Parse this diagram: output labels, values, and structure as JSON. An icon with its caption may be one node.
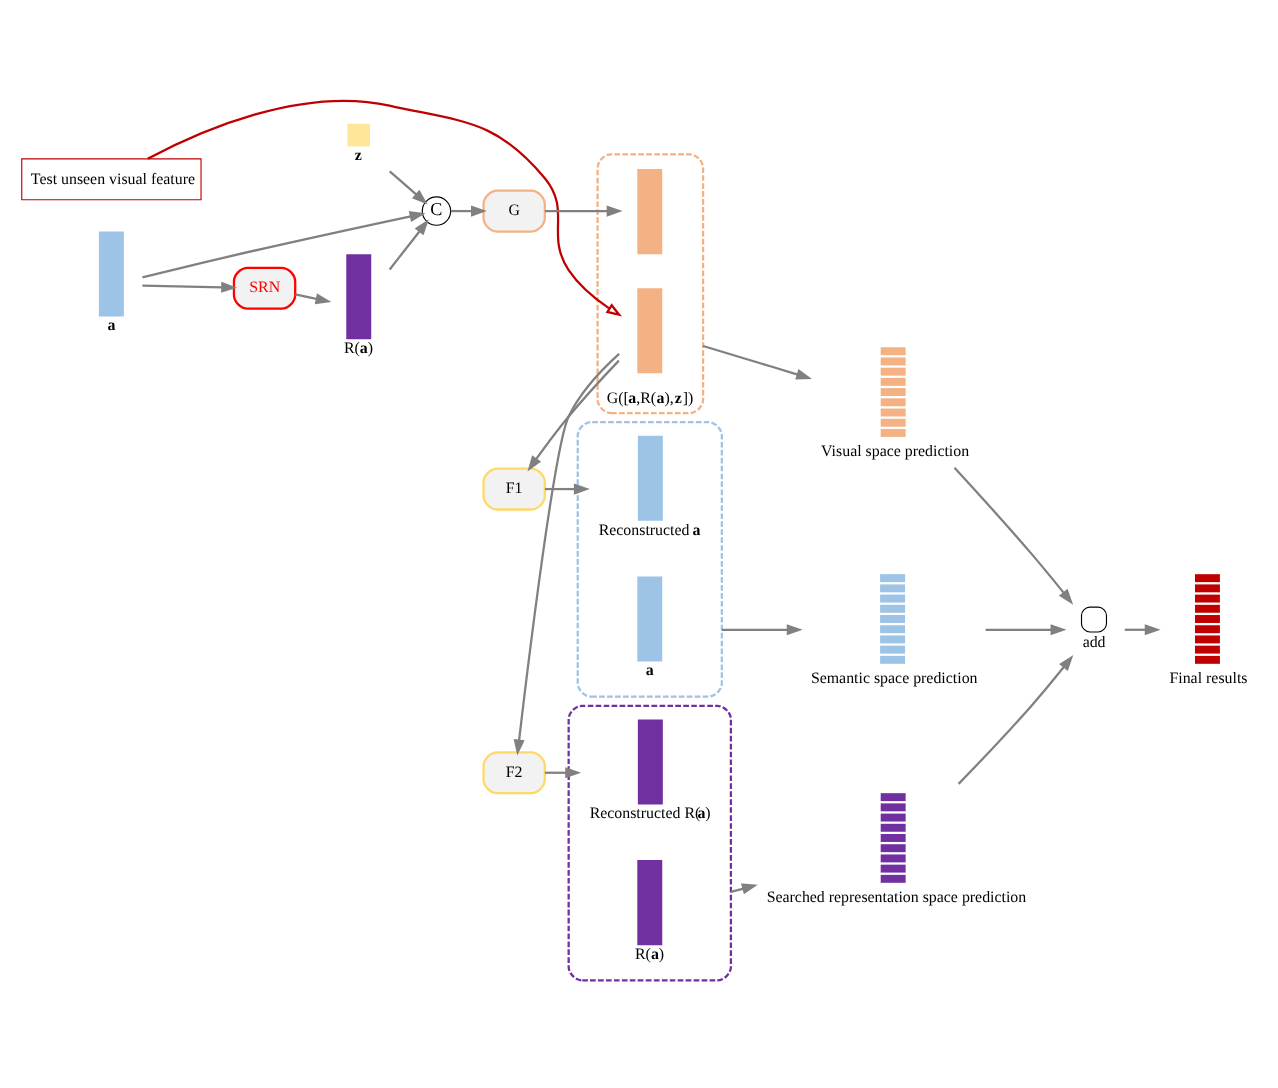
{
  "diagram": {
    "nodes": [
      {
        "text": [
          "Test unseen visual feature"
        ]
      },
      {
        "text": [],
        "shape": "box",
        "beside": [
          "**z**"
        ]
      },
      {
        "text": [],
        "shape": "bar",
        "beside": [
          "**a**"
        ]
      },
      {
        "text": [
          "C"
        ]
      },
      {
        "text": [
          "G"
        ]
      },
      {
        "text": [
          "G([**a**,R(**a**),**z**])"
        ]
      },
      {
        "text": [],
        "shape": "bar",
        "in": 5
      },
      {
        "text": [],
        "shape": "bar",
        "in": 5
      },
      {
        "text": [
          "SRN"
        ]
      },
      {
        "text": [],
        "shape": "bar",
        "beside": [
          "R(**a**)"
        ]
      },
      {
        "text": [
          "F1"
        ]
      },
      {
        "text": [],
        "shape": "box"
      },
      {
        "text": [],
        "shape": "bar",
        "in": 11,
        "beside": [
          "Reconstructed **a**"
        ]
      },
      {
        "text": [],
        "shape": "bar",
        "in": 11,
        "beside": [
          "**a**"
        ]
      },
      {
        "text": [
          "F2"
        ]
      },
      {
        "text": [],
        "shape": "box"
      },
      {
        "text": [],
        "shape": "bar",
        "in": 15,
        "beside": [
          "Reconstructed R(**a**)"
        ]
      },
      {
        "text": [],
        "shape": "bar",
        "in": 15,
        "beside": [
          "R(**a**)"
        ]
      },
      {
        "text": [],
        "shape": "bar",
        "beside": [
          "Visual space prediction"
        ]
      },
      {
        "text": [],
        "shape": "bar",
        "beside": [
          "Semantic space prediction"
        ]
      },
      {
        "text": [],
        "shape": "bar",
        "beside": [
          "Searched representation space prediction"
        ]
      },
      {
        "text": [],
        "shape": "circle",
        "beside": [
          "add"
        ]
      },
      {
        "text": [],
        "shape": "bar",
        "beside": [
          "Final results"
        ]
      }
    ],
    "edges": [
      {
        "from": 0,
        "to": 7,
        "arrow": "to",
        "color": "#c00000"
      },
      {
        "from": 1,
        "to": 3,
        "arrow": "to"
      },
      {
        "from": 2,
        "to": 3,
        "arrow": "to"
      },
      {
        "from": 3,
        "to": 4,
        "arrow": "to"
      },
      {
        "from": 4,
        "to": 6,
        "arrow": "to"
      },
      {
        "from": 2,
        "to": 8,
        "arrow": "to"
      },
      {
        "from": 8,
        "to": 9,
        "arrow": "to"
      },
      {
        "from": 9,
        "to": 3,
        "arrow": "to"
      },
      {
        "from": 7,
        "to": 10,
        "arrow": "to"
      },
      {
        "from": 7,
        "to": 14,
        "arrow": "to"
      },
      {
        "from": 10,
        "to": 12,
        "arrow": "to"
      },
      {
        "from": 14,
        "to": 16,
        "arrow": "to"
      },
      {
        "from": 5,
        "to": 18,
        "arrow": "to"
      },
      {
        "from": 11,
        "to": 19,
        "arrow": "to"
      },
      {
        "from": 15,
        "to": 20,
        "arrow": "to"
      },
      {
        "from": 18,
        "to": 21,
        "arrow": "to"
      },
      {
        "from": 19,
        "to": 21,
        "arrow": "to"
      },
      {
        "from": 20,
        "to": 21,
        "arrow": "to"
      },
      {
        "from": 21,
        "to": 22,
        "arrow": "to"
      }
    ]
  }
}
